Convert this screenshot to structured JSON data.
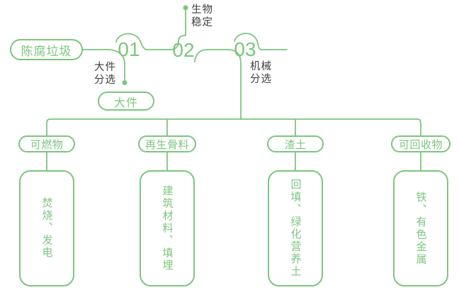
{
  "palette": {
    "line_green": "#7cc67e",
    "label_dark": "#3e3e3e",
    "background": "#ffffff"
  },
  "flow": {
    "source": "陈腐垃圾",
    "steps": [
      {
        "number": "01",
        "label": "大件\n分选"
      },
      {
        "number": "02",
        "label": "生物\n稳定"
      },
      {
        "number": "03",
        "label": "机械\n分选"
      }
    ],
    "bulky_output": "大件"
  },
  "branches": [
    {
      "category": "可燃物",
      "detail": "焚烧、发电"
    },
    {
      "category": "再生骨料",
      "detail": "建筑材料、填埋"
    },
    {
      "category": "渣土",
      "detail": "回填、绿化营养土"
    },
    {
      "category": "可回收物",
      "detail": "铁、有色金属"
    }
  ]
}
